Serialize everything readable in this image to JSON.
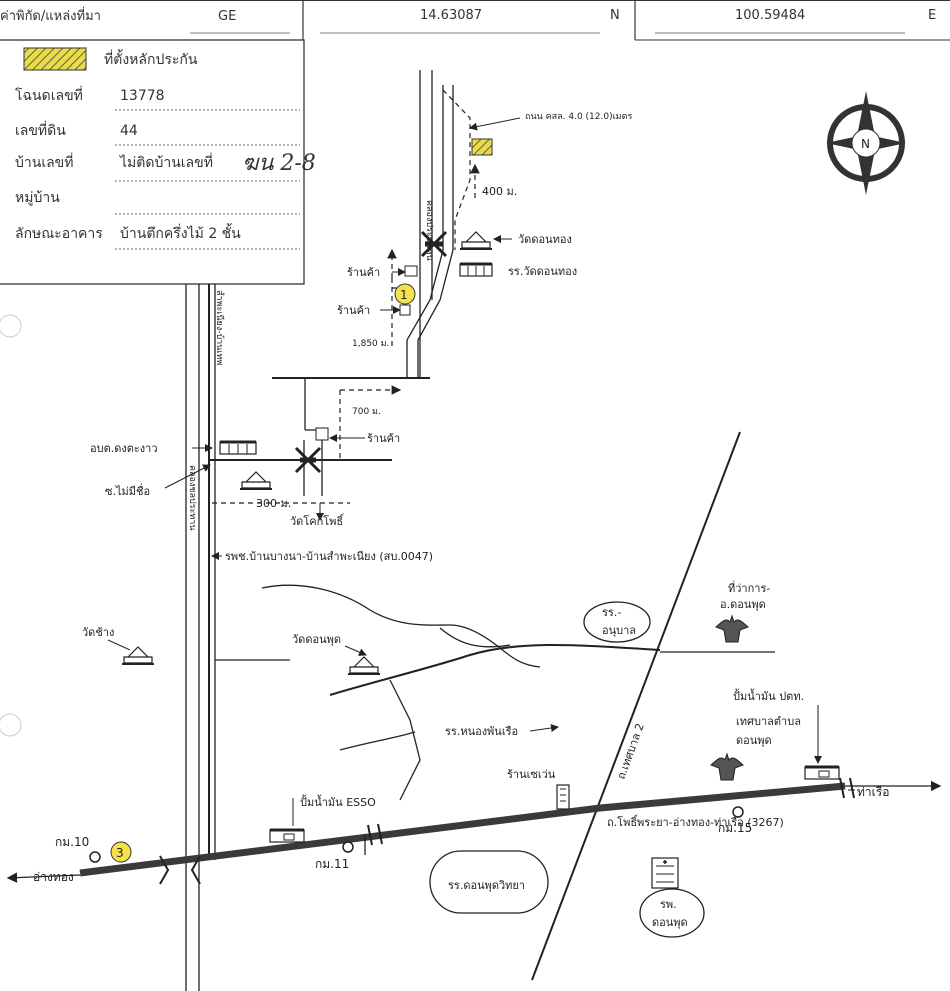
{
  "header": {
    "coord_label": "ค่าพิกัด/แหล่งที่มา",
    "coord_source": "GE",
    "lat_value": "14.63087",
    "lat_dir": "N",
    "lon_value": "100.59484",
    "lon_dir": "E"
  },
  "info_panel": {
    "legend_label": "ที่ตั้งหลักประกัน",
    "rows": [
      {
        "label": "โฉนดเลขที่",
        "value": "13778"
      },
      {
        "label": "เลขที่ดิน",
        "value": "44"
      },
      {
        "label": "บ้านเลขที่",
        "value": "ไม่ติดบ้านเลขที่"
      },
      {
        "label": "หมู่บ้าน",
        "value": ""
      },
      {
        "label": "ลักษณะอาคาร",
        "value": "บ้านตึกครึ่งไม้ 2 ชั้น"
      }
    ],
    "handwritten_note": "ฆน 2-8"
  },
  "compass": {
    "label": "N"
  },
  "labels": {
    "road_width": "ถนน คสล. 4.0 (12.0)เมตร",
    "dist_400": "400 ม.",
    "canal_vertical": "คลองประปนหน",
    "wat_donthong": "วัดดอนทอง",
    "school_donthong": "รร.วัดดอนทอง",
    "shop1": "ร้านค้า",
    "shop2": "ร้านค้า",
    "shop3": "ร้านค้า",
    "marker1": "1",
    "dist_1850": "1,850 ม.",
    "dist_700": "700 ม.",
    "road_sampayiang": "สำพะเนียง-บ้านเทพ",
    "obt": "อบต.ดงตะงาว",
    "soi_noname": "ซ.ไม่มีชื่อ",
    "dist_300": "300 ม.",
    "wat_khok": "วัดโคกโพธิ์",
    "canal_left": "คลองชลประทาน",
    "road_0047": "รพช.บ้านบางนา-บ้านสำพะเนียง (สบ.0047)",
    "wat_chang": "วัดช้าง",
    "wat_donphut": "วัดดอนพุด",
    "school_anuban_1": "รร.-",
    "school_anuban_2": "อนุบาล",
    "district_office_1": "ที่ว่าการ-",
    "district_office_2": "อ.ดอนพุด",
    "school_nongphan": "รร.หนองพันเรือ",
    "road_thesaban": "ถ.เทศบาล 2",
    "gas_ptt": "ปั้มน้ำมัน ปตท.",
    "municipality_1": "เทศบาลตำบล",
    "municipality_2": "ดอนพุด",
    "seven_eleven": "ร้านเซเว่น",
    "gas_esso": "ปั้มน้ำมัน ESSO",
    "main_road": "ถ.โพธิ์พระยา-อ่างทอง-ท่าเรือ (3267)",
    "km15": "กม.15",
    "to_tharua": "ท่าเรือ",
    "km10": "กม.10",
    "marker3": "3",
    "to_angthong": "อ่างทอง",
    "km11": "กม.11",
    "school_donphut": "รร.ดอนพุดวิทยา",
    "hospital_1": "รพ.",
    "hospital_2": "ดอนพุด"
  },
  "colors": {
    "marker_fill": "#f3e24a",
    "hatch_fill": "#d8c93a",
    "main_road": "#3a3a3a"
  }
}
